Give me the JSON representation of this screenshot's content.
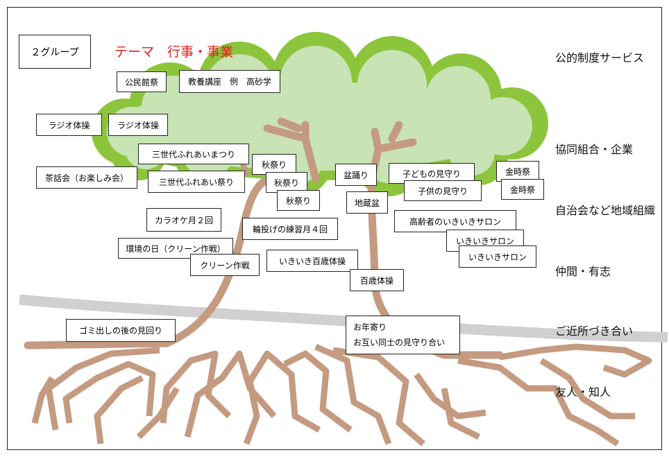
{
  "header": {
    "group_label": "２グループ",
    "theme_label": "テーマ　行事・事業"
  },
  "levels": [
    "公的制度サービス",
    "協同組合・企業",
    "自治会など地域組織",
    "仲間・有志",
    "ご近所づき合い",
    "友人・知人"
  ],
  "activities": {
    "kominkan_sai": "公民館祭",
    "kyoyo_koza": "教養講座　例　高砂学",
    "radio_1": "ラジオ体操",
    "radio_2": "ラジオ体操",
    "sansedai_matsuri": "三世代ふれあいまつり",
    "sansedai_matsuri_2": "三世代ふれあい祭り",
    "sawakai": "茶話会（お楽しみ会）",
    "aki_1": "秋祭り",
    "aki_2": "秋祭り",
    "aki_3": "秋祭り",
    "bon_odori": "盆踊り",
    "jizo_bon": "地蔵盆",
    "kodomo_1": "子どもの見守り",
    "kodomo_2": "子供の見守り",
    "kinji_1": "金時祭",
    "kinji_2": "金時祭",
    "karaoke": "カラオケ月２回",
    "wanage": "輪投げの練習月４回",
    "kankyo": "環境の日（クリーン作戦）",
    "clean": "クリーン作戦",
    "ikiiki_hyakusai": "いきいき百歳体操",
    "hyakusai": "百歳体操",
    "koreisha_salon": "高齢者のいきいきサロン",
    "salon_1": "いきいきサロン",
    "salon_2": "いきいきサロン",
    "gomi": "ゴミ出しの後の見回り",
    "otoshiyori_line1": "お年寄り",
    "otoshiyori_line2": "お互い同士の見守り合い"
  },
  "colors": {
    "canopy_fill": "#c8e3b4",
    "canopy_rim": "#8cc43c",
    "root": "#c49a80",
    "road": "#d0d0d0",
    "theme": "#e0201a"
  }
}
